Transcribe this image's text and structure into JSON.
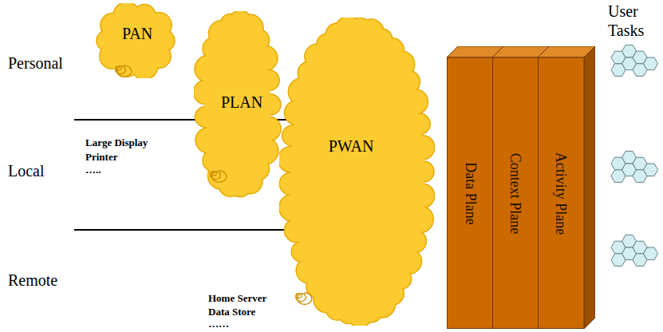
{
  "diagram": {
    "nodes": [
      {
        "text": [
          "PAN"
        ]
      },
      {
        "text": [
          "PLAN"
        ]
      },
      {
        "text": [
          "PWAN"
        ]
      },
      {
        "text": [
          "Data Plane"
        ]
      },
      {
        "text": [
          "Context Plane"
        ]
      },
      {
        "text": [
          "Activity Plane"
        ]
      }
    ],
    "labels": [
      "Personal",
      "Local",
      "Remote",
      "Large Display",
      "Printer",
      "…..",
      "Home Server",
      "Data Store",
      "……",
      "User Tasks"
    ]
  }
}
